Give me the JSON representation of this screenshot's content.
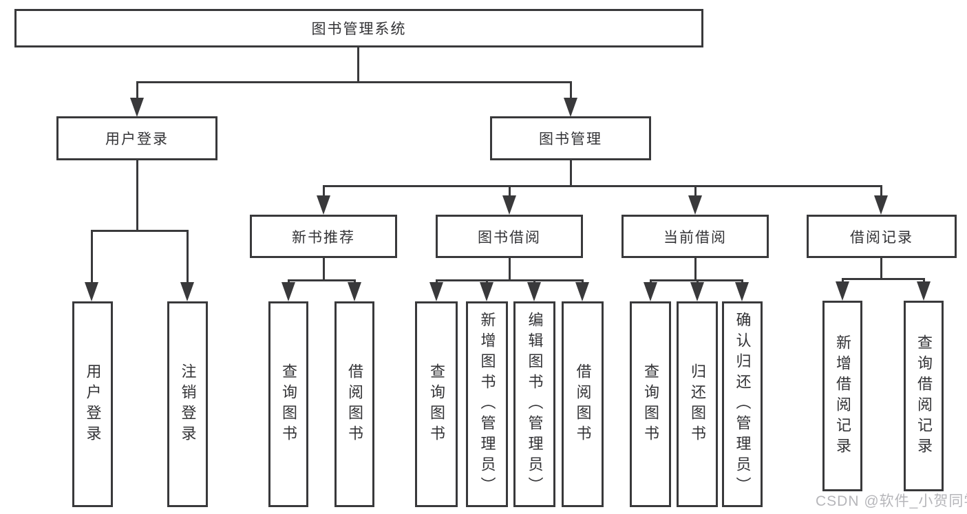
{
  "tree": {
    "root": {
      "label": "图书管理系统"
    },
    "level2": [
      {
        "label": "用户登录"
      },
      {
        "label": "图书管理"
      }
    ],
    "level3": [
      {
        "label": "新书推荐"
      },
      {
        "label": "图书借阅"
      },
      {
        "label": "当前借阅"
      },
      {
        "label": "借阅记录"
      }
    ],
    "leaves": {
      "user_login": [
        "用户登录",
        "注销登录"
      ],
      "new_book": [
        "查询图书",
        "借阅图书"
      ],
      "book_borrow": [
        "查询图书",
        "新增图书（管理员）",
        "编辑图书（管理员）",
        "借阅图书"
      ],
      "current_borrow": [
        "查询图书",
        "归还图书",
        "确认归还（管理员）"
      ],
      "borrow_records": [
        "新增借阅记录",
        "查询借阅记录"
      ]
    }
  },
  "watermark": {
    "text": "CSDN @软件_小贺同学",
    "color": "#b6b6ba"
  },
  "colors": {
    "line": "#39393b",
    "text": "#333336",
    "background": "#ffffff"
  }
}
